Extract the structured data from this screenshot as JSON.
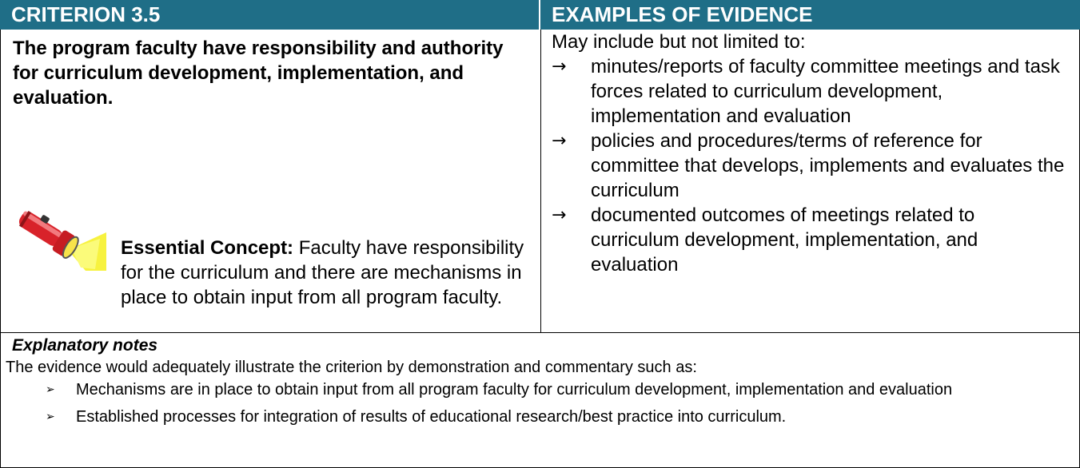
{
  "header": {
    "left": "CRITERION 3.5",
    "right": "EXAMPLES OF EVIDENCE"
  },
  "criterion": {
    "text": "The program faculty have responsibility and authority for curriculum development, implementation, and evaluation.",
    "concept_label": "Essential Concept:",
    "concept_text": " Faculty have responsibility for the curriculum and there are mechanisms in place to obtain input from all program faculty.",
    "icon": "flashlight-icon"
  },
  "evidence": {
    "intro": "May include but not limited to:",
    "items": [
      "minutes/reports of faculty committee meetings and task forces related to curriculum development, implementation and evaluation",
      "policies and procedures/terms of reference for committee that develops, implements and evaluates the curriculum",
      "documented outcomes of meetings related to curriculum development, implementation, and evaluation"
    ]
  },
  "notes": {
    "title": "Explanatory notes",
    "intro": "The evidence would adequately illustrate the criterion by demonstration and commentary such as:",
    "items": [
      "Mechanisms are in place to obtain input from all program faculty for curriculum development, implementation and evaluation",
      "Established processes for integration of results of educational research/best practice into curriculum."
    ]
  },
  "colors": {
    "header_bg": "#1f6e87",
    "header_text": "#ffffff"
  }
}
